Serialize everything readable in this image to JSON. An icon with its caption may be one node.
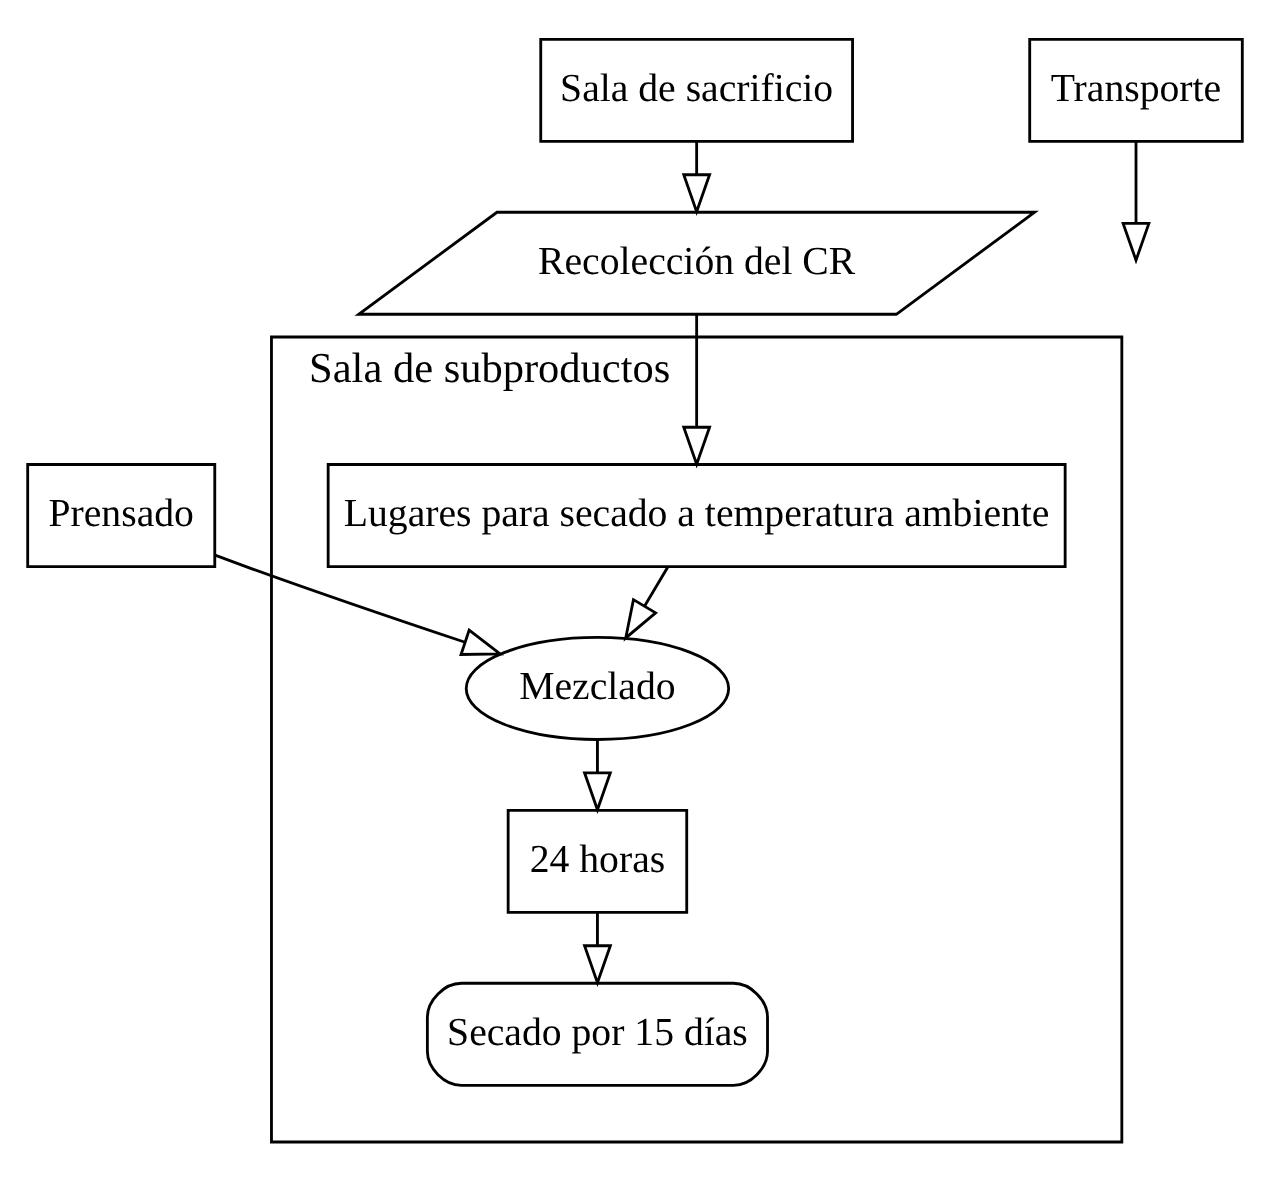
{
  "diagram": {
    "nodes": [
      {
        "text": [
          "Sala de subproductos"
        ]
      },
      {
        "text": [
          "Sala de sacrificio"
        ]
      },
      {
        "text": [
          "Recolección del CR"
        ]
      },
      {
        "text": [
          "Transporte"
        ]
      },
      {
        "text": [
          "Lugares para secado a temperatura ambiente"
        ],
        "in": 0
      },
      {
        "text": [
          "Mezclado"
        ],
        "in": 0
      },
      {
        "text": [
          "Prensado"
        ]
      },
      {
        "text": [
          "24 horas"
        ],
        "in": 0
      },
      {
        "text": [
          "Secado por 15 días"
        ],
        "in": 0
      }
    ],
    "edges": [
      {
        "from": 1,
        "to": 2,
        "arrow": "to"
      },
      {
        "from": 2,
        "to": 4,
        "arrow": "to"
      },
      {
        "from": 3,
        "to": null,
        "arrow": "to"
      },
      {
        "from": 4,
        "to": 5,
        "arrow": "to"
      },
      {
        "from": 6,
        "to": 5,
        "arrow": "to"
      },
      {
        "from": 5,
        "to": 7,
        "arrow": "to"
      },
      {
        "from": 7,
        "to": 8,
        "arrow": "to"
      }
    ]
  }
}
